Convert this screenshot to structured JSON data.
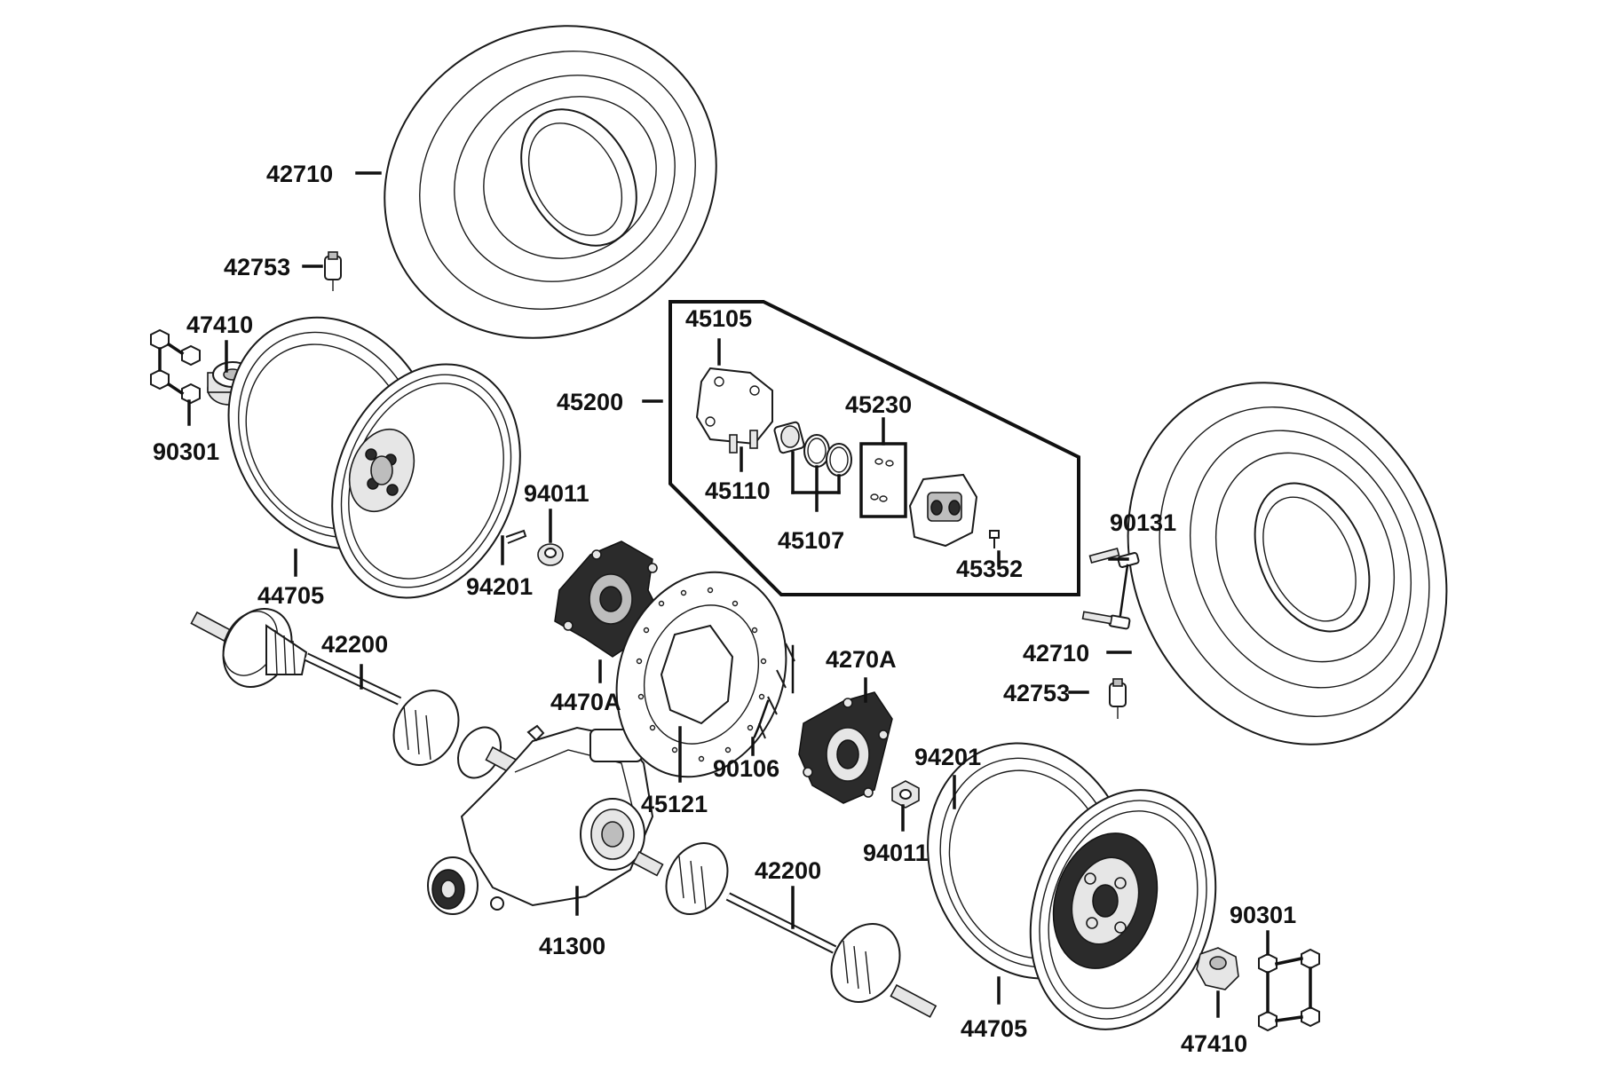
{
  "labels": {
    "tire_left": "42710",
    "valve_left": "42753",
    "cap_left": "47410",
    "nut_left": "90301",
    "wheel_left": "44705",
    "caliper_assy": "45200",
    "bracket": "45105",
    "pin": "45110",
    "piston_seal": "45107",
    "pad_set": "45230",
    "bleeder": "45352",
    "washer_left": "94011",
    "cotter_left": "94201",
    "hub_left": "4470A",
    "axle_upper": "42200",
    "disc": "45121",
    "disc_bolt": "90106",
    "hub_right": "4270A",
    "cotter_right": "94201",
    "washer_right": "94011",
    "final_gear": "41300",
    "axle_lower": "42200",
    "bolt": "90131",
    "tire_right": "42710",
    "valve_right": "42753",
    "nut_right": "90301",
    "wheel_right": "44705",
    "cap_right": "47410"
  }
}
